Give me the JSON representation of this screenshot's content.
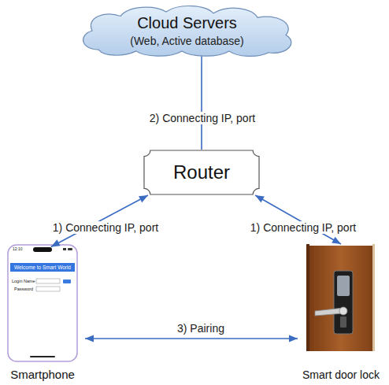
{
  "diagram": {
    "nodes": [
      {
        "text": [
          "Cloud Servers",
          "(Web, Active database)"
        ]
      },
      {
        "text": [
          "Router"
        ]
      },
      {
        "text": [
          "Smartphone"
        ]
      },
      {
        "text": [
          "Smart door lock"
        ]
      }
    ],
    "edges": [
      {
        "from": 1,
        "to": 0,
        "label": "2) Connecting IP, port",
        "arrow": "none"
      },
      {
        "from": 1,
        "to": 2,
        "label": "1) Connecting IP, port",
        "arrow": "both"
      },
      {
        "from": 1,
        "to": 3,
        "label": "1) Connecting IP, port",
        "arrow": "both"
      },
      {
        "from": 2,
        "to": 3,
        "label": "3) Pairing",
        "arrow": "both"
      }
    ],
    "labels": [
      "12:10",
      "Welcome to Smart World",
      "Login Name",
      "Password"
    ]
  }
}
